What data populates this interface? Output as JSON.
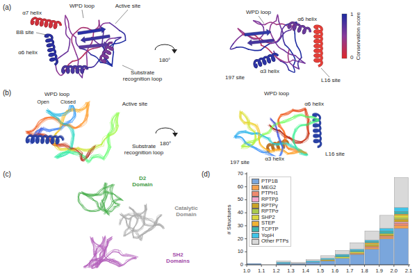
{
  "diagram": {
    "labels": [
      "(a)",
      "α7 helix",
      "WPD loop",
      "Active site",
      "BB site",
      "α6 helix",
      "Substrate recognition loop",
      "180°",
      "WPD loop",
      "α6 helix",
      "197 site",
      "α3 helix",
      "L16 site",
      "Conservation score",
      "1",
      "0",
      "(b)",
      "WPD loop",
      "Open",
      "Closed",
      "Active site",
      "Substrate recognition loop",
      "180°",
      "WPD loop",
      "α6 helix",
      "L16 site",
      "197 site",
      "α3 helix",
      "(c)",
      "D2 Domain",
      "Catalytic Domain",
      "SH2 Domains",
      "(d)",
      "# Structures",
      "0",
      "10",
      "20",
      "30",
      "40",
      "50",
      "60",
      "70",
      "1.0",
      "1.1",
      "1.2",
      "1.3",
      "1.4",
      "1.5",
      "1.6",
      "1.7",
      "1.8",
      "1.9",
      "2.0",
      "2.1"
    ],
    "legend": [
      {
        "text": "PTP1B",
        "color": "#7aa6dc"
      },
      {
        "text": "MEG2",
        "color": "#f4a04e"
      },
      {
        "text": "PTPH1",
        "color": "#ee8a6e"
      },
      {
        "text": "RPTPβ",
        "color": "#f0a6cc"
      },
      {
        "text": "RPTPγ",
        "color": "#c9a227"
      },
      {
        "text": "RPTPσ",
        "color": "#a9c94f"
      },
      {
        "text": "SHP2",
        "color": "#d9d640"
      },
      {
        "text": "STEP",
        "color": "#f2b233"
      },
      {
        "text": "TCPTP",
        "color": "#3fb3ad"
      },
      {
        "text": "YopH",
        "color": "#41c3e6"
      },
      {
        "text": "Other PTPs",
        "color": "#d9d9d9"
      }
    ]
  }
}
